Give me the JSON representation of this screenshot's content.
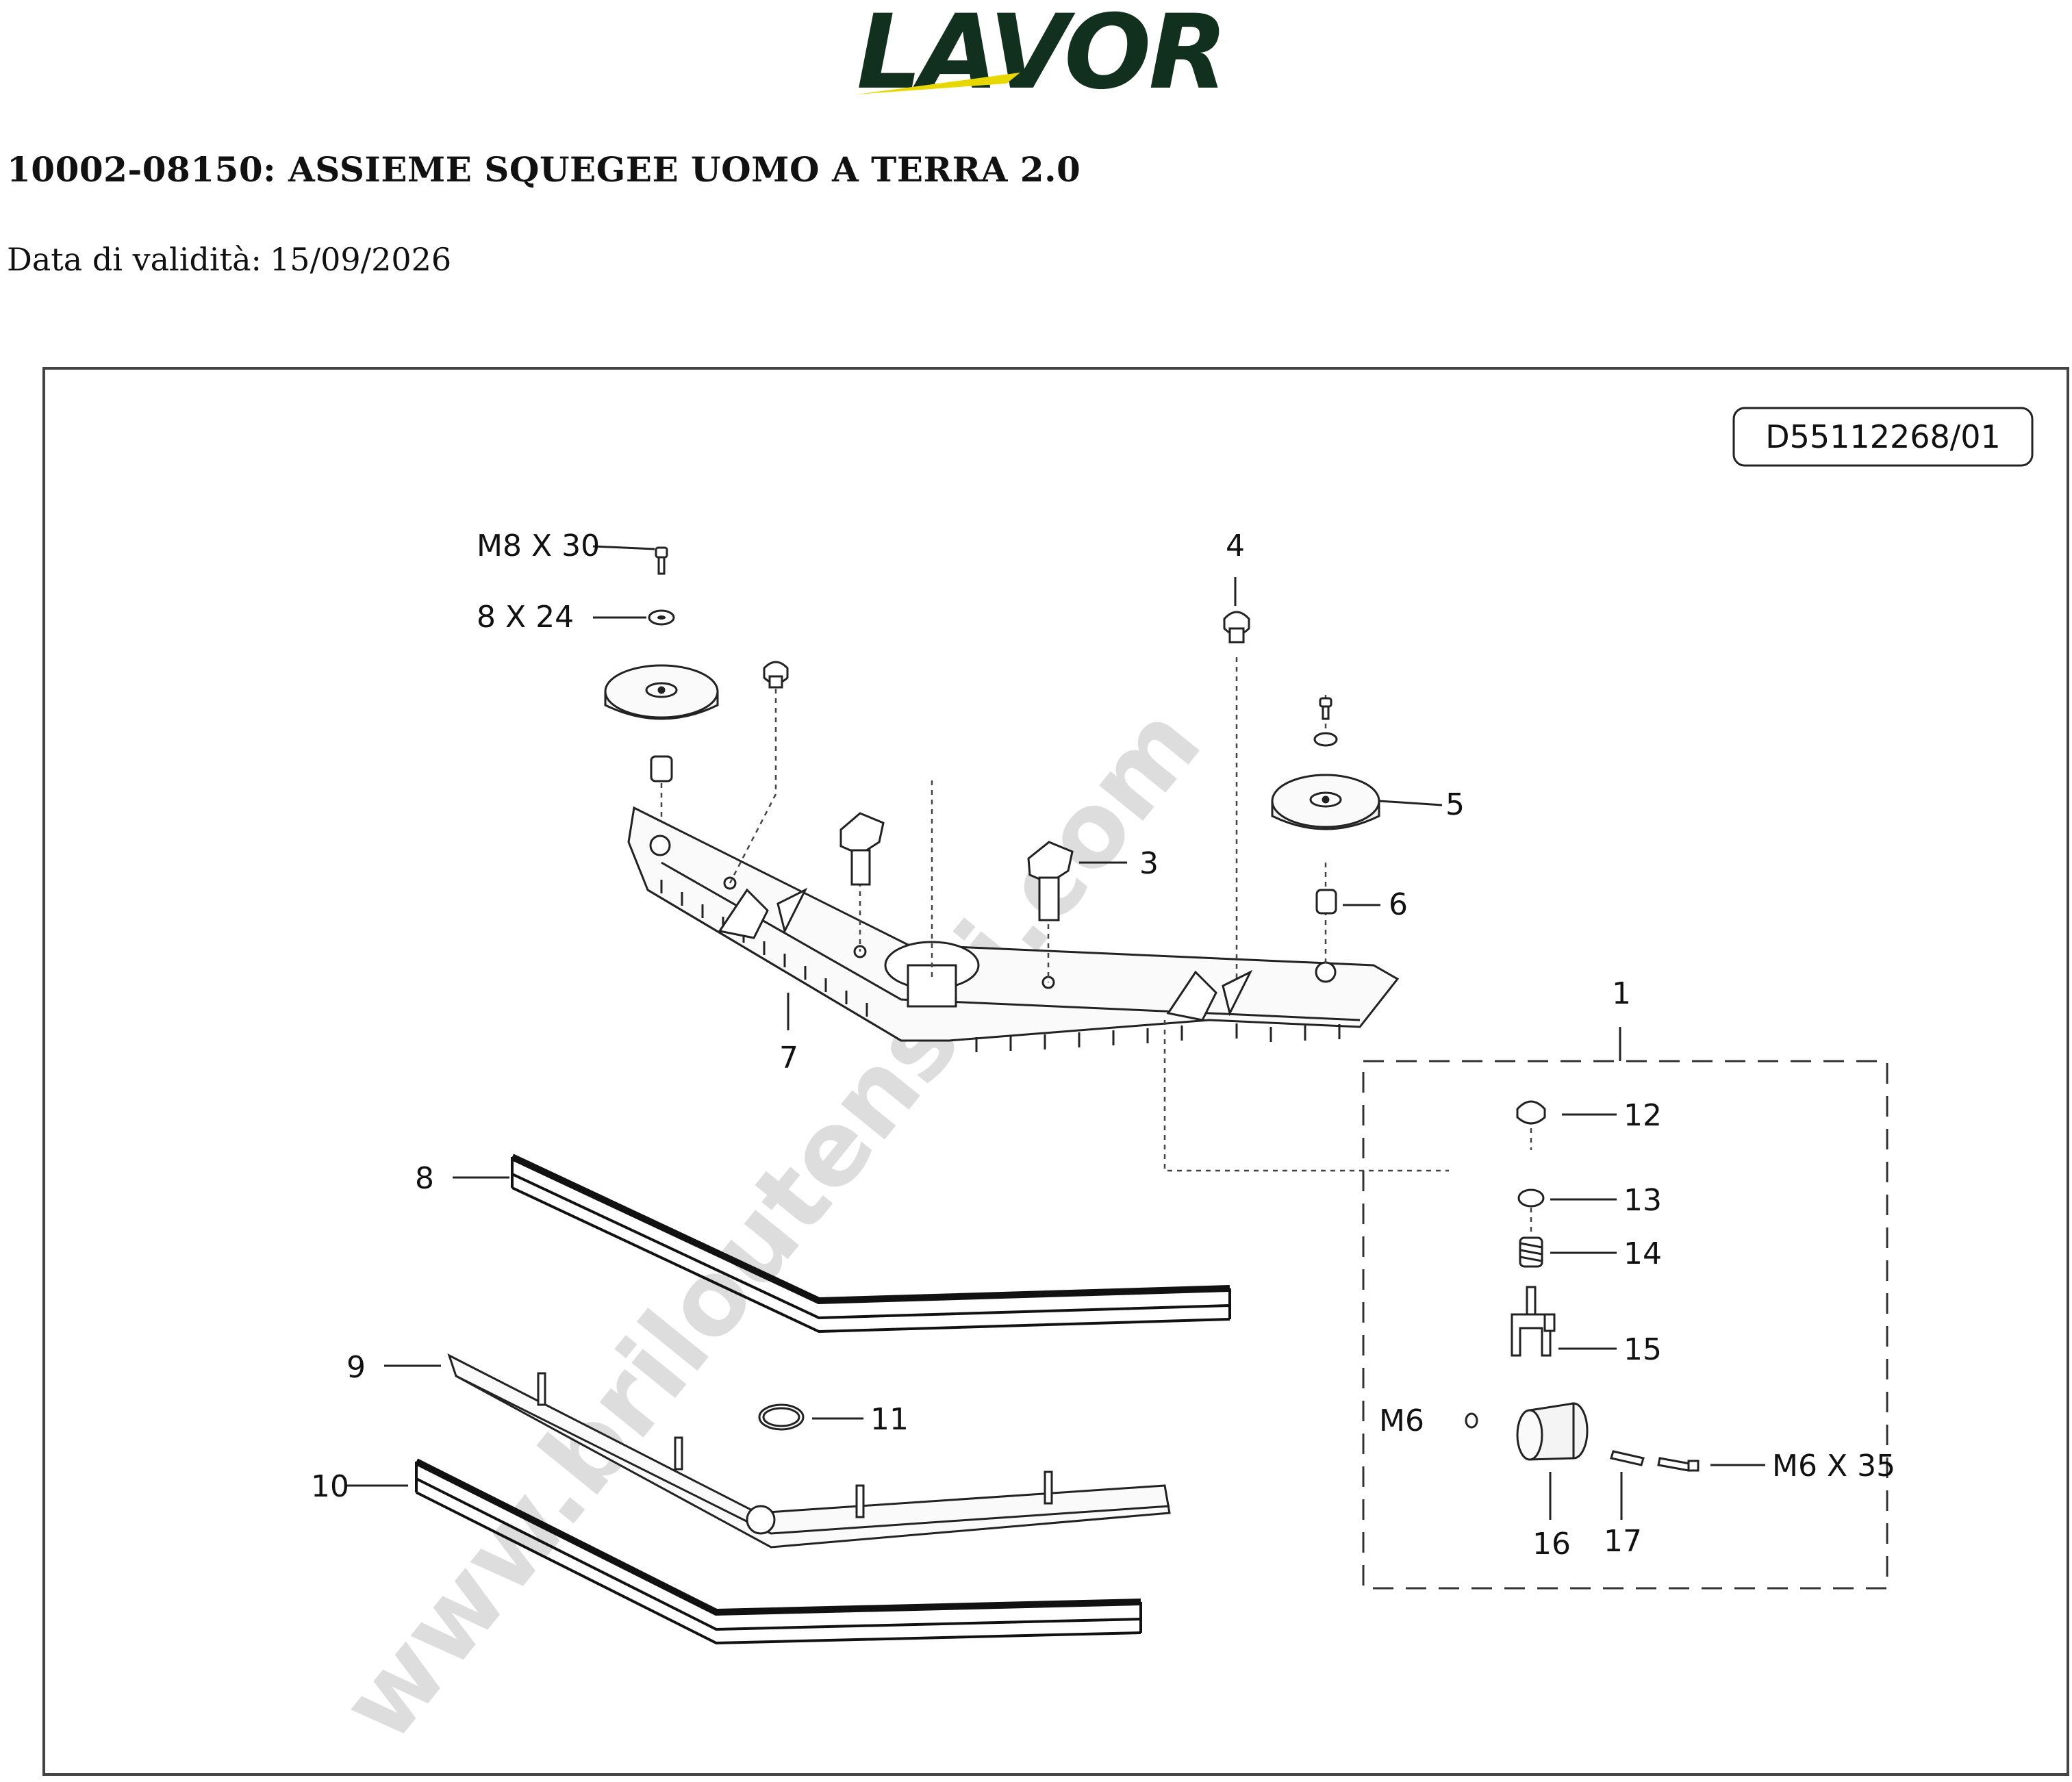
{
  "header": {
    "brand": "LAVOR",
    "title": "10002-08150: ASSIEME SQUEGEE UOMO A TERRA 2.0",
    "validity_label": "Data di validità:",
    "validity_date": "15/09/2026"
  },
  "diagram": {
    "code": "D55112268/01",
    "watermark": "www.briloutensili.com",
    "labels": {
      "screw_top": "M8 X 30",
      "washer_top": "8 X 24",
      "p1": "1",
      "p3": "3",
      "p4": "4",
      "p5": "5",
      "p6": "6",
      "p7": "7",
      "p8": "8",
      "p9": "9",
      "p10": "10",
      "p11": "11",
      "p12": "12",
      "p13": "13",
      "p14": "14",
      "p15": "15",
      "p16": "16",
      "p17": "17",
      "nut_m6": "M6",
      "screw_m6": "M6 X 35"
    }
  }
}
